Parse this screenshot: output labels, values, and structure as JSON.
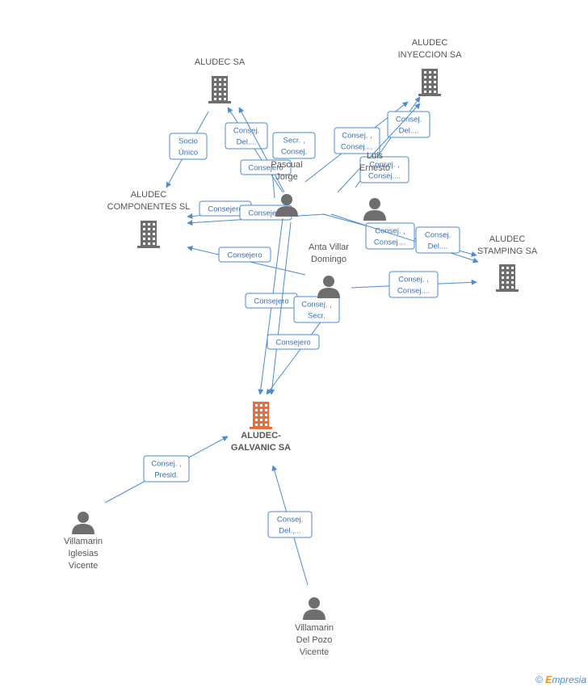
{
  "nodes": [
    {
      "id": "aludec",
      "type": "company",
      "label": [
        "ALUDEC SA"
      ]
    },
    {
      "id": "inyeccion",
      "type": "company",
      "label": [
        "ALUDEC",
        "INYECCION SA"
      ]
    },
    {
      "id": "componentes",
      "type": "company",
      "label": [
        "ALUDEC",
        "COMPONENTES SL"
      ]
    },
    {
      "id": "stamping",
      "type": "company",
      "label": [
        "ALUDEC",
        "STAMPING SA"
      ]
    },
    {
      "id": "galvanic",
      "type": "company",
      "highlight": true,
      "label": [
        "ALUDEC-",
        "GALVANIC SA"
      ]
    },
    {
      "id": "pascual",
      "type": "person",
      "label": [
        "Pascual",
        "Jorge"
      ]
    },
    {
      "id": "luis",
      "type": "person",
      "label": [
        "Luis",
        "Ernesto"
      ]
    },
    {
      "id": "anta",
      "type": "person",
      "label": [
        "Anta Villar",
        "Domingo"
      ]
    },
    {
      "id": "villiglesias",
      "type": "person",
      "label": [
        "Villamarin",
        "Iglesias",
        "Vicente"
      ]
    },
    {
      "id": "villpozo",
      "type": "person",
      "label": [
        "Villamarin",
        "Del Pozo",
        "Vicente"
      ]
    }
  ],
  "edges": [
    {
      "id": "e1",
      "label": [
        "Socio",
        "Único"
      ]
    },
    {
      "id": "e2",
      "label": [
        "Consej.",
        "Del...."
      ]
    },
    {
      "id": "e3",
      "label": [
        "Secr. ,",
        "Consej."
      ]
    },
    {
      "id": "e4",
      "label": [
        "Consejero"
      ]
    },
    {
      "id": "e5",
      "label": [
        "Consej. ,",
        "Consej...."
      ]
    },
    {
      "id": "e6",
      "label": [
        "Consej.",
        "Del...."
      ]
    },
    {
      "id": "e7",
      "label": [
        "Consej. ,",
        "Consej...."
      ]
    },
    {
      "id": "e8",
      "label": [
        "Consejero"
      ]
    },
    {
      "id": "e9",
      "label": [
        "Consejero"
      ]
    },
    {
      "id": "e10",
      "label": [
        "Consej. ,",
        "Consej...."
      ]
    },
    {
      "id": "e11",
      "label": [
        "Consej.",
        "Del...."
      ]
    },
    {
      "id": "e12",
      "label": [
        "Consejero"
      ]
    },
    {
      "id": "e13",
      "label": [
        "Consej. ,",
        "Consej...."
      ]
    },
    {
      "id": "e14",
      "label": [
        "Consejero"
      ]
    },
    {
      "id": "e15",
      "label": [
        "Consej. ,",
        "Secr."
      ]
    },
    {
      "id": "e16",
      "label": [
        "Consejero"
      ]
    },
    {
      "id": "e17",
      "label": [
        "Consej. ,",
        "Presid."
      ]
    },
    {
      "id": "e18",
      "label": [
        "Consej.",
        "Del.,..."
      ]
    }
  ],
  "colors": {
    "edge": "#4a8ad8",
    "edge_text": "#3a6fb5",
    "node_icon": "#6e6e6e",
    "highlight": "#f26a36",
    "label": "#555555"
  },
  "watermark": {
    "copyright": "©",
    "brand_initial": "E",
    "brand_rest": "mpresia"
  }
}
